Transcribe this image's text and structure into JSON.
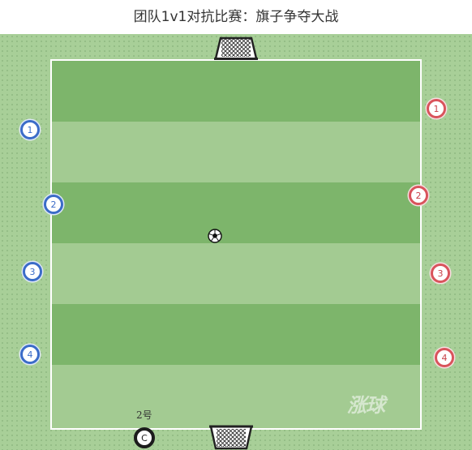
{
  "title": "团队1v1对抗比赛：旗子争夺大战",
  "colors": {
    "team_blue": "#3b6cc8",
    "team_red": "#d9545c",
    "pitch_dark": "#7db56b",
    "pitch_light": "#a3cb92",
    "surround": "#a8cf98"
  },
  "blue_team": [
    {
      "number": "1"
    },
    {
      "number": "2"
    },
    {
      "number": "3"
    },
    {
      "number": "4"
    }
  ],
  "red_team": [
    {
      "number": "1"
    },
    {
      "number": "2"
    },
    {
      "number": "3"
    },
    {
      "number": "4"
    }
  ],
  "coach": {
    "label": "2号",
    "marker": "C"
  },
  "watermark": "涨球",
  "icons": [
    "goal-net-icon",
    "soccer-ball-icon"
  ]
}
